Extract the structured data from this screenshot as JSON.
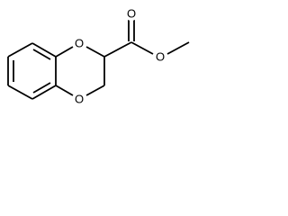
{
  "structure": {
    "atom_labels": {
      "ring_oxygen_top": "O",
      "ring_oxygen_bottom": "O",
      "carbonyl_oxygen": "O",
      "ester_oxygen": "O"
    }
  }
}
